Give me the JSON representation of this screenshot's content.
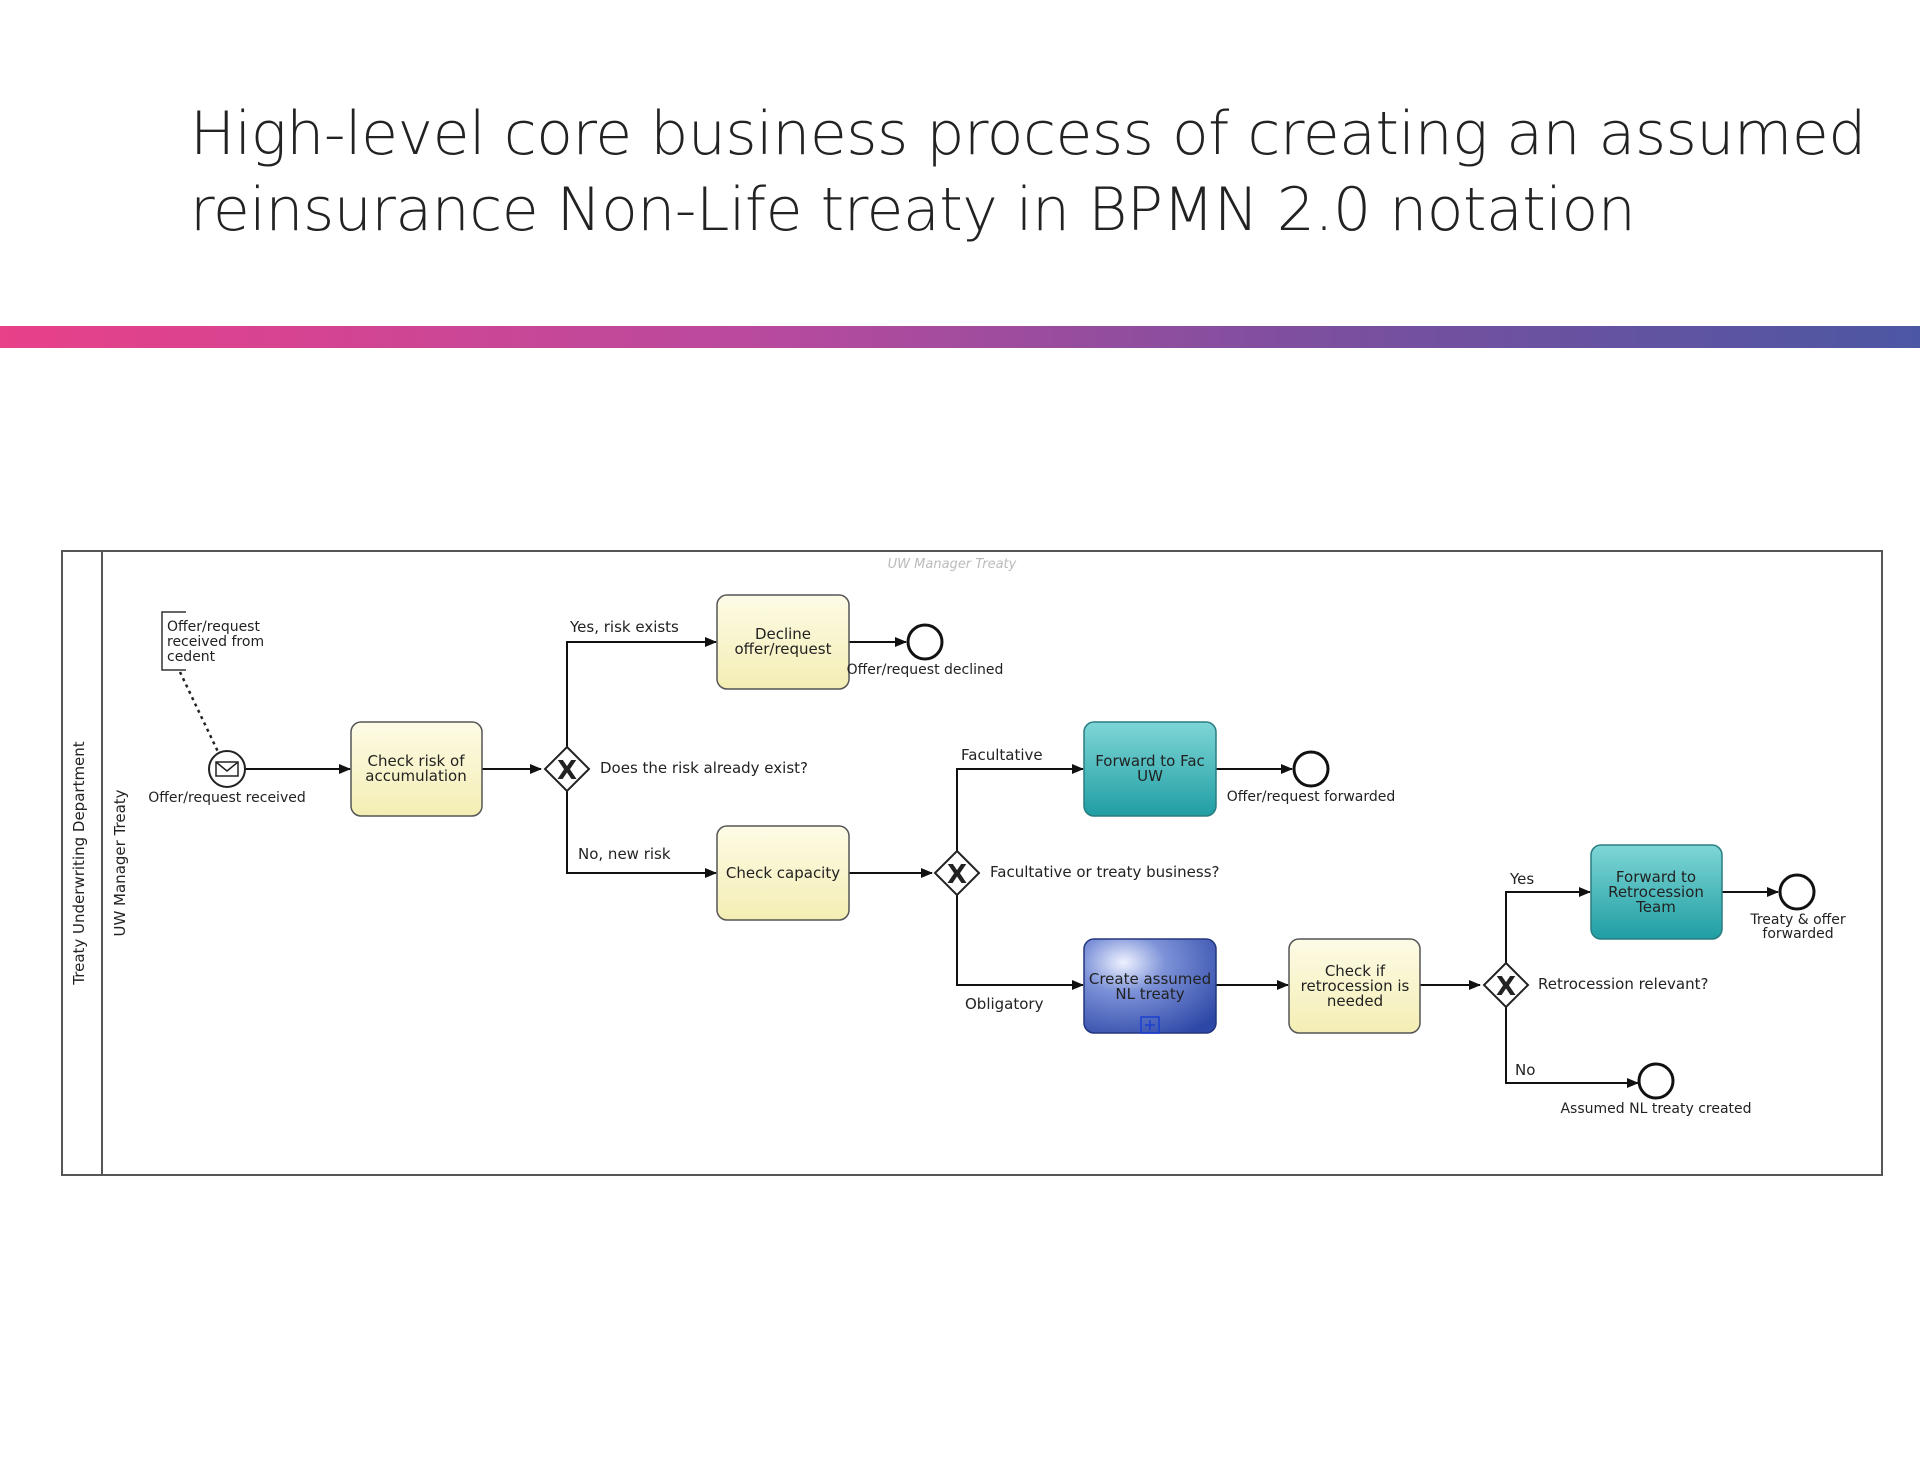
{
  "title": {
    "line1": "High-level core business process of creating an assumed",
    "line2": "reinsurance Non-Life treaty in BPMN 2.0 notation"
  },
  "colors": {
    "accent_start": "#e84089",
    "accent_end": "#4c57a3",
    "task_yellow": "#fbf7d0",
    "task_teal": "#33b6b8",
    "task_blue": "#3f5fb5"
  },
  "pool": {
    "label": "Treaty Underwriting Department",
    "lane_label": "UW Manager Treaty",
    "watermark": "UW Manager Treaty"
  },
  "annotation": {
    "line1": "Offer/request",
    "line2": "received from",
    "line3": "cedent"
  },
  "events": {
    "start_label": "Offer/request received",
    "end_declined": "Offer/request declined",
    "end_forwarded": "Offer/request forwarded",
    "end_treaty_forwarded_1": "Treaty & offer",
    "end_treaty_forwarded_2": "forwarded",
    "end_created": "Assumed NL treaty created"
  },
  "tasks": {
    "check_risk_1": "Check risk of",
    "check_risk_2": "accumulation",
    "decline_1": "Decline",
    "decline_2": "offer/request",
    "check_capacity": "Check capacity",
    "fwd_fac_1": "Forward to Fac",
    "fwd_fac_2": "UW",
    "create_1": "Create assumed",
    "create_2": "NL treaty",
    "check_retro_1": "Check if",
    "check_retro_2": "retrocession is",
    "check_retro_3": "needed",
    "fwd_retro_1": "Forward to",
    "fwd_retro_2": "Retrocession",
    "fwd_retro_3": "Team"
  },
  "gateways": {
    "risk_exists": "Does the risk already exist?",
    "fac_or_treaty": "Facultative or treaty business?",
    "retro_relevant": "Retrocession relevant?",
    "marker": "X"
  },
  "flows": {
    "yes_risk_exists": "Yes, risk exists",
    "no_new_risk": "No, new risk",
    "facultative": "Facultative",
    "obligatory": "Obligatory",
    "yes": "Yes",
    "no": "No"
  }
}
